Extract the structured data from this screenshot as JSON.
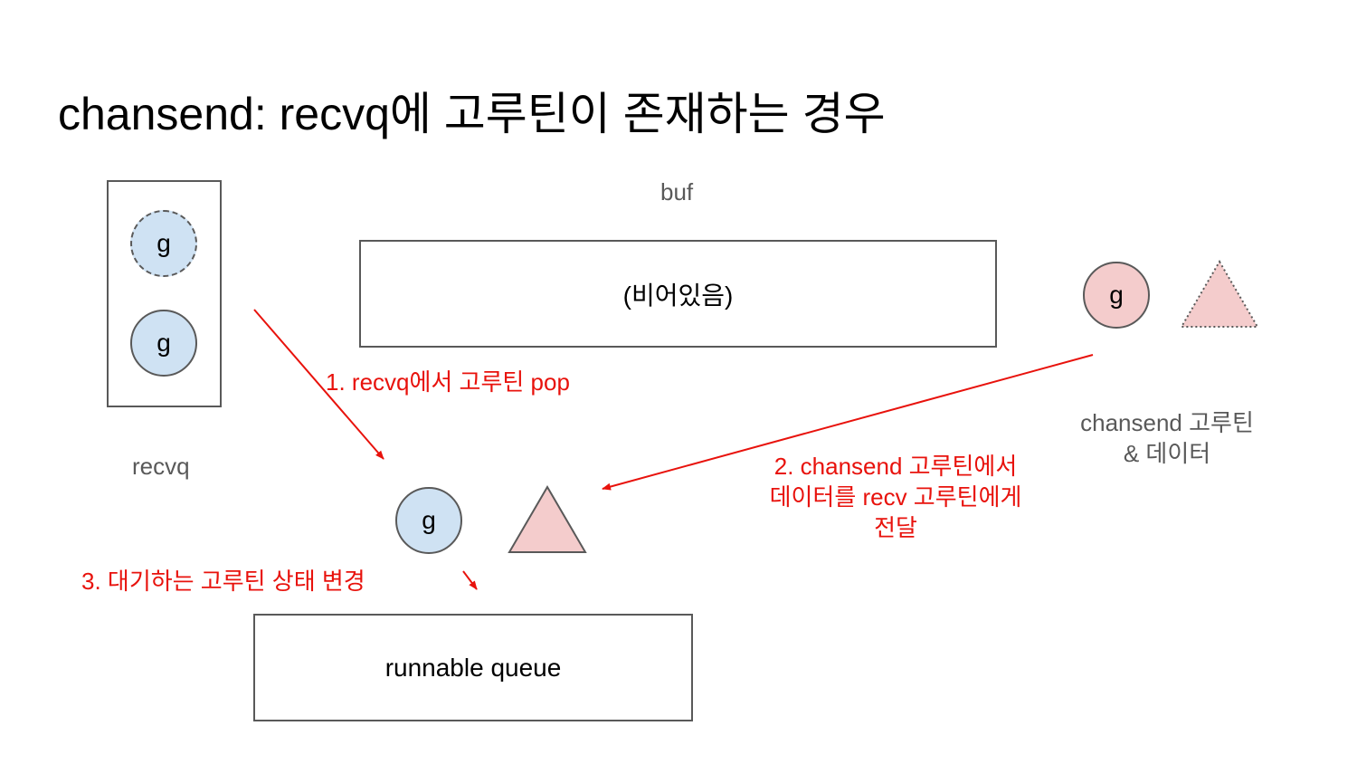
{
  "title": "chansend: recvq에 고루틴이 존재하는 경우",
  "buf_label": "buf",
  "buf_content": "(비어있음)",
  "recvq_label": "recvq",
  "goroutine_label": "g",
  "sender_label_line1": "chansend 고루틴",
  "sender_label_line2": "& 데이터",
  "step1": "1. recvq에서 고루틴 pop",
  "step2_line1": "2. chansend 고루틴에서",
  "step2_line2": "데이터를 recv 고루틴에게",
  "step2_line3": "전달",
  "step3": "3. 대기하는 고루틴 상태 변경",
  "runnable_queue": "runnable queue",
  "colors": {
    "arrow": "#e8120c",
    "goroutine_fill": "#cfe2f3",
    "data_fill": "#f4cccc",
    "border": "#595959"
  }
}
